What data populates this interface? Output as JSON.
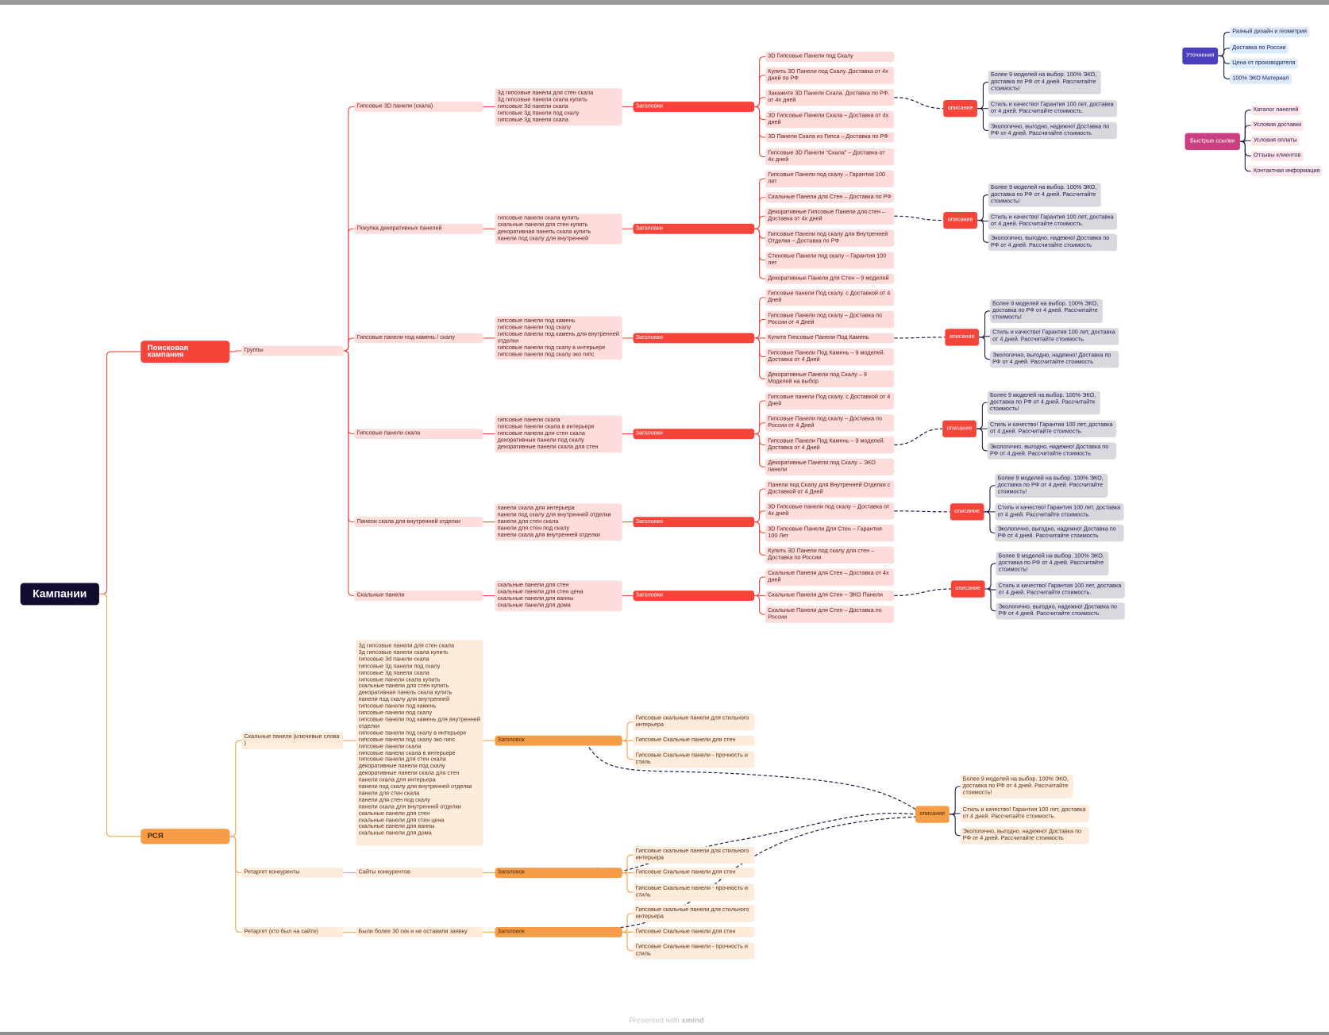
{
  "root": {
    "label": "Кампании"
  },
  "search": {
    "label": "Поисковая кампания",
    "groups_label": "Группы",
    "headers_label": "Заголовки",
    "description_label": "описание",
    "descriptions": [
      "Более 9 моделей на выбор. 100% ЭКО, доставка по РФ от 4 дней. Рассчитайте стоимость!",
      "Стиль и качество! Гарантия 100 лет, доставка от 4 дней. Рассчитайте стоимость.",
      "Экологично, выгодно, надежно! Доставка по РФ от 4 дней. Рассчитайте стоимость"
    ],
    "groups": [
      {
        "name": "Гипсовые 3D панели (скала)",
        "keywords": [
          "3д гипсовые панели для стен скала",
          "3д гипсовые панели скала купить",
          "гипсовые 3d панели скала",
          "гипсовые 3д панели под скалу",
          "гипсовые 3д панели скала"
        ],
        "headlines": [
          "3D Гипсовые Панели  под Скалу",
          "Купить 3D Панели под Скалу. Доставка от 4х дней по РФ",
          "Закажите 3D Панели Скала. Доставка по РФ. от 4х дней",
          "3D Гипсовые Панели Скала – Доставка от 4х дней",
          "3D Панели Скала из Гипса  – Доставка по РФ",
          "Гипсовые 3D Панели \"Скала\" – Доставка от 4х дней"
        ]
      },
      {
        "name": "Покупка декоративных панелей",
        "keywords": [
          "гипсовые панели скала купить",
          "скальные панели для стен купить",
          "декоративная панель скала купить",
          "панели под скалу для внутренней"
        ],
        "headlines": [
          "Гипсовые Панели под скалу – Гарантия 100 лет",
          "Скальные Панели для Стен – Доставка по РФ",
          "Декоративные Гипсовые Панели для стен – Доставка от 4х дней",
          "Гипсовые Панели под скалу для Внутренней Отделки – Доставка по РФ",
          "Стеновые Панели под скалу – Гарантия 100 лет",
          "Декоративные Панели для Стен –  9 моделей"
        ]
      },
      {
        "name": "Гипсовые панели под камень / скалу",
        "keywords": [
          "гипсовые панели под камень",
          "гипсовые панели под скалу",
          "гипсовые панели под камень для внутренней отделки",
          "гипсовые панели под скалу в интерьере",
          "гипсовые панели под скалу эко гипс"
        ],
        "headlines": [
          "Гипсовые панели Под скалу. с Доставкой от 4 Дней",
          "Гипсовые Панели под скалу – Доставка по России от 4 Дней",
          "Купите Гипсовые Панели Под Камень",
          "Гипсовые Панели Под Камень – 9 моделей. Доставка от 4 Дней",
          "Декоративные Панели под Скалу – 9 Моделей на выбор"
        ]
      },
      {
        "name": "Гипсовые панели скала",
        "keywords": [
          "гипсовые панели скала",
          "гипсовые панели скала в интерьере",
          "гипсовые панели для стен скала",
          "декоративные панели под скалу",
          "декоративные панели скала для стен"
        ],
        "headlines": [
          "Гипсовые панели Под скалу. с Доставкой от 4 Дней",
          "Гипсовые Панели под скалу – Доставка по России от 4 Дней",
          "Гипсовые Панели Под Камень – 9 моделей. Доставка от 4 Дней",
          "Декоративные Панели под Скалу –  ЭКО панели"
        ]
      },
      {
        "name": "Панели скала для внутренней отделки",
        "keywords": [
          "панели скала для интерьера",
          "панели под скалу для внутренней отделки",
          "панели для стен скала",
          "панели для стен под скалу",
          "панели скала для внутренней отделки"
        ],
        "headlines": [
          "Панели под Скалу для Внутренней Отделки с Доставкой от 4 Дней",
          "3D Гипсовые панели под скалу –  Доставка от 4х дней",
          "3D Гипсовые Панели Для Стен – Гарантия 100 Лет",
          "Купить 3D Панели под скалу для стен – Доставка по России"
        ]
      },
      {
        "name": "Скальные панели",
        "keywords": [
          "скальные панели для стен",
          "скальные панели для стен цена",
          "скальные панели для ванны",
          "скальные панели для дома"
        ],
        "headlines": [
          "Скальные Панели для Стен – Доставка от 4х дней",
          "Скальные Панели для Стен –  ЭКО  Панели",
          "Скальные Панели для Стен – Доставка по России"
        ]
      }
    ]
  },
  "rsya": {
    "label": "РСЯ",
    "header_label": "Заголовок",
    "description_label": "описание",
    "headlines": [
      "Гипсовые скальные панели для стильного интерьера",
      "Гипсовые Скальные панели для стен",
      "Гипсовые Скальные панели - прочность и стиль"
    ],
    "descriptions": [
      "Более 9 моделей на выбор. 100% ЭКО, доставка по РФ от 4 дней. Рассчитайте стоимость!",
      "Стиль и качество! Гарантия 100 лет, доставка от 4 дней. Рассчитайте стоимость.",
      "Экологично, выгодно, надежно! Доставка по РФ от 4 дней. Рассчитайте стоимость"
    ],
    "branches": [
      {
        "name": "Скальные панели (ключевые слова )",
        "keywords": [
          "3д гипсовые панели для стен скала",
          "3д гипсовые панели скала купить",
          "гипсовые 3d панели скала",
          "гипсовые 3д панели под скалу",
          "гипсовые 3д панели скала",
          "гипсовые панели скала купить",
          "скальные панели для стен купить",
          "декоративная панель скала купить",
          "панели под скалу для внутренней",
          "гипсовые панели под камень",
          "гипсовые панели под скалу",
          "гипсовые панели под камень для внутренней отделки",
          "гипсовые панели под скалу в интерьере",
          "гипсовые панели под скалу эко гипс",
          "гипсовые панели скала",
          "гипсовые панели скала в интерьере",
          "гипсовые панели для стен скала",
          "декоративные панели под скалу",
          "декоративные панели скала для стен",
          "панели скала для интерьера",
          "панели под скалу для внутренней отделки",
          "панели для стен скала",
          "панели для стен под скалу",
          "панели скала для внутренней отделки",
          "скальные панели для стен",
          "скальные панели для стен цена",
          "скальные панели для ванны",
          "скальные панели для дома"
        ]
      },
      {
        "name": "Ретаргет конкуренты",
        "audience": "Сайты конкурентов"
      },
      {
        "name": "Ретаргет (кто был на сайте)",
        "audience": "Были более 30 сек и не оставили заявку"
      }
    ]
  },
  "refinements": {
    "label": "Уточнения",
    "items": [
      "Разный дизайн и геометрия",
      "Доставка по России",
      "Цена от производителя",
      "100% ЭКО Материал"
    ]
  },
  "quick_links": {
    "label": "Быстрые ссылки",
    "items": [
      "Каталог панелей",
      "Условия доставки",
      "Условия оплаты",
      "Отзывы клиентов",
      "Контактная информация"
    ]
  },
  "footer": {
    "presented": "Presented with",
    "brand": "xmind"
  },
  "colors": {
    "root": "#0f0c2e",
    "search": "#f5443a",
    "rsya": "#f79d48",
    "refinements": "#4b3fc0",
    "quick_links": "#c8407f",
    "wire_dark": "#1c1940"
  }
}
